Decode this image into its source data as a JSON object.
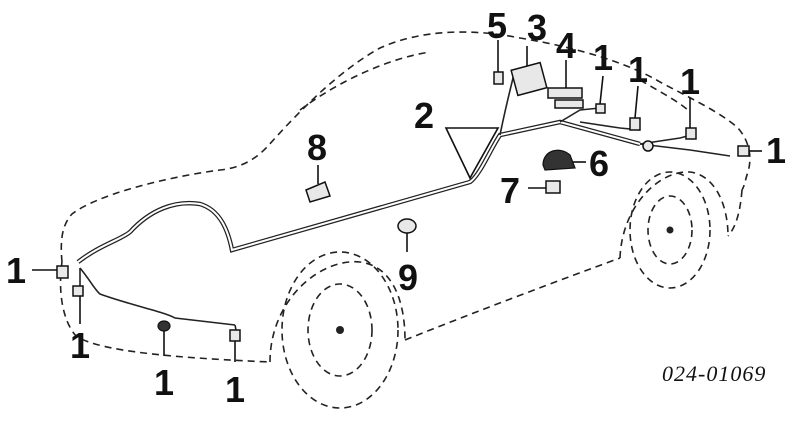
{
  "diagram": {
    "part_number": "024-01069",
    "callouts": [
      {
        "id": "c-1-left",
        "label": "1"
      },
      {
        "id": "c-1-front-a",
        "label": "1"
      },
      {
        "id": "c-1-front-b",
        "label": "1"
      },
      {
        "id": "c-1-front-c",
        "label": "1"
      },
      {
        "id": "c-1-rear-a",
        "label": "1"
      },
      {
        "id": "c-1-rear-b",
        "label": "1"
      },
      {
        "id": "c-1-rear-c",
        "label": "1"
      },
      {
        "id": "c-1-rear-d",
        "label": "1"
      },
      {
        "id": "c-2",
        "label": "2"
      },
      {
        "id": "c-3",
        "label": "3"
      },
      {
        "id": "c-4",
        "label": "4"
      },
      {
        "id": "c-5",
        "label": "5"
      },
      {
        "id": "c-6",
        "label": "6"
      },
      {
        "id": "c-7",
        "label": "7"
      },
      {
        "id": "c-8",
        "label": "8"
      },
      {
        "id": "c-9",
        "label": "9"
      }
    ]
  }
}
